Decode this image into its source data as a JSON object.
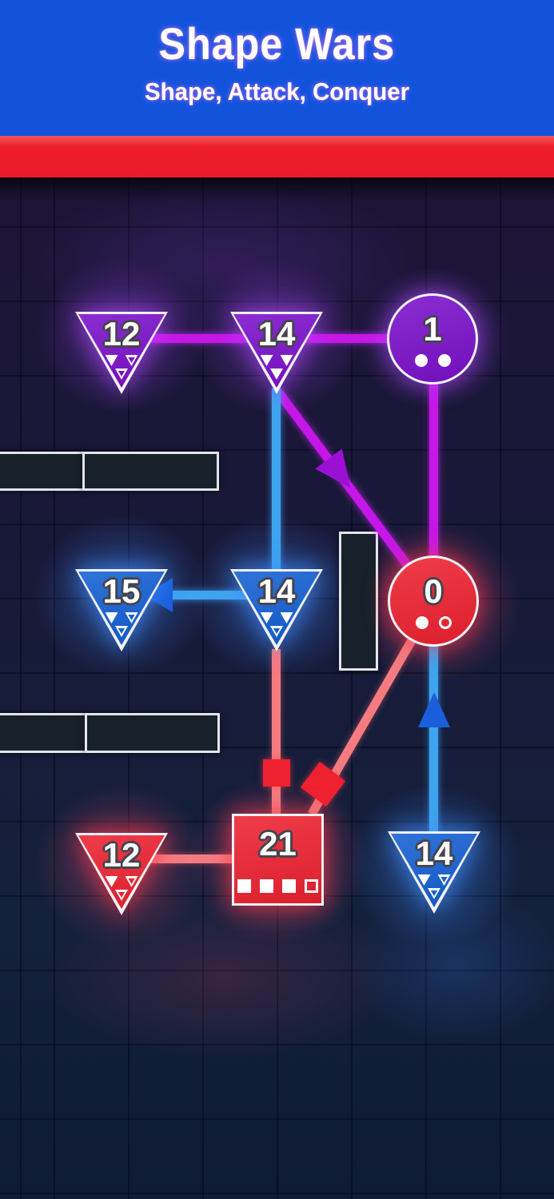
{
  "header": {
    "title": "Shape Wars",
    "subtitle": "Shape, Attack, Conquer"
  },
  "board": {
    "nodes": [
      {
        "id": "top-left-triangle",
        "shape": "triangle",
        "team": "purple",
        "count": "12",
        "upgrades": [
          "filled",
          "empty",
          "empty"
        ]
      },
      {
        "id": "top-mid-triangle",
        "shape": "triangle",
        "team": "purple",
        "count": "14",
        "upgrades": [
          "filled",
          "filled",
          "filled"
        ]
      },
      {
        "id": "top-right-circle",
        "shape": "circle",
        "team": "purple",
        "count": "1",
        "upgrades": [
          "filled",
          "filled"
        ]
      },
      {
        "id": "mid-left-triangle",
        "shape": "triangle",
        "team": "blue",
        "count": "15",
        "upgrades": [
          "filled",
          "empty",
          "empty"
        ]
      },
      {
        "id": "mid-triangle",
        "shape": "triangle",
        "team": "blue",
        "count": "14",
        "upgrades": [
          "filled",
          "filled",
          "empty"
        ]
      },
      {
        "id": "mid-right-circle",
        "shape": "circle",
        "team": "red",
        "count": "0",
        "upgrades": [
          "filled",
          "empty"
        ]
      },
      {
        "id": "bottom-left-triangle",
        "shape": "triangle",
        "team": "red",
        "count": "12",
        "upgrades": [
          "filled",
          "empty",
          "empty"
        ]
      },
      {
        "id": "bottom-mid-square",
        "shape": "square",
        "team": "red",
        "count": "21",
        "upgrades": [
          "filled",
          "filled",
          "filled",
          "empty"
        ]
      },
      {
        "id": "bottom-right-triangle",
        "shape": "triangle",
        "team": "blue",
        "count": "14",
        "upgrades": [
          "filled",
          "empty",
          "empty"
        ]
      }
    ],
    "edges": [
      {
        "from": "top-left-triangle",
        "to": "top-mid-triangle",
        "team": "purple",
        "direction": "right"
      },
      {
        "from": "top-mid-triangle",
        "to": "top-right-circle",
        "team": "purple",
        "direction": "right"
      },
      {
        "from": "top-right-circle",
        "to": "mid-right-circle",
        "team": "purple",
        "direction": "down"
      },
      {
        "from": "top-mid-triangle",
        "to": "mid-right-circle",
        "team": "purple",
        "direction": "down-right",
        "arrow": true
      },
      {
        "from": "top-mid-triangle",
        "to": "mid-triangle",
        "team": "blue",
        "direction": "down"
      },
      {
        "from": "mid-triangle",
        "to": "mid-left-triangle",
        "team": "blue",
        "direction": "left",
        "arrow": true
      },
      {
        "from": "mid-triangle",
        "to": "bottom-mid-square",
        "team": "red",
        "direction": "down"
      },
      {
        "from": "bottom-mid-square",
        "to": "mid-right-circle",
        "team": "red",
        "direction": "up-right"
      },
      {
        "from": "bottom-right-triangle",
        "to": "mid-right-circle",
        "team": "blue",
        "direction": "up",
        "arrow": true
      },
      {
        "from": "bottom-left-triangle",
        "to": "bottom-mid-square",
        "team": "red",
        "direction": "right"
      }
    ],
    "units": [
      {
        "shape": "square",
        "team": "red",
        "on_edge": "mid-triangle to bottom-mid-square"
      },
      {
        "shape": "square",
        "team": "red",
        "on_edge": "bottom-mid-square to mid-right-circle"
      }
    ],
    "obstacles": [
      {
        "id": "wall-upper-left-a"
      },
      {
        "id": "wall-upper-left-b"
      },
      {
        "id": "wall-lower-left-a"
      },
      {
        "id": "wall-lower-left-b"
      },
      {
        "id": "wall-vertical-mid"
      }
    ]
  },
  "colors": {
    "header_bg": "#1353DC",
    "banner_red": "#EE1D2B",
    "purple": "#7B10CB",
    "blue": "#135FD3",
    "red": "#EE2130",
    "magenta_line": "#C617E8",
    "blue_line": "#3DA5EF",
    "salmon_line": "#F57B81",
    "board_bg": "#161736",
    "shape_border": "#F2F2F5"
  }
}
